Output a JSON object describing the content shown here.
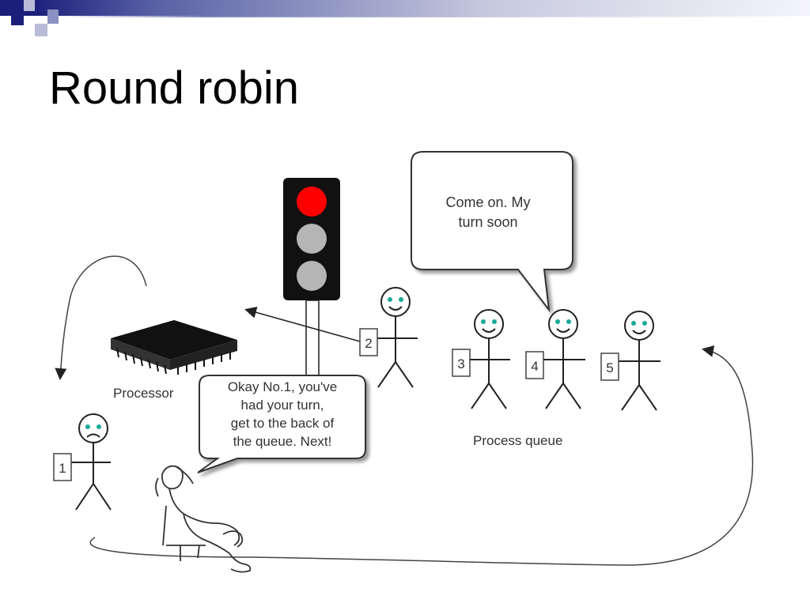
{
  "slide": {
    "title": "Round robin"
  },
  "diagram": {
    "speech_top_line1": "Come on. My",
    "speech_top_line2": "turn soon",
    "speech_main_line1": "Okay No.1, you've",
    "speech_main_line2": "had your turn,",
    "speech_main_line3": "get to the back of",
    "speech_main_line4": "the queue. Next!",
    "processor_label": "Processor",
    "queue_label": "Process queue",
    "process_numbers": [
      "1",
      "2",
      "3",
      "4",
      "5"
    ],
    "colors": {
      "title_accent": "#1c1f7a",
      "traffic_light_red": "#ff0000",
      "traffic_light_off": "#b5b5b5",
      "eyes": "#1aa89a"
    }
  }
}
